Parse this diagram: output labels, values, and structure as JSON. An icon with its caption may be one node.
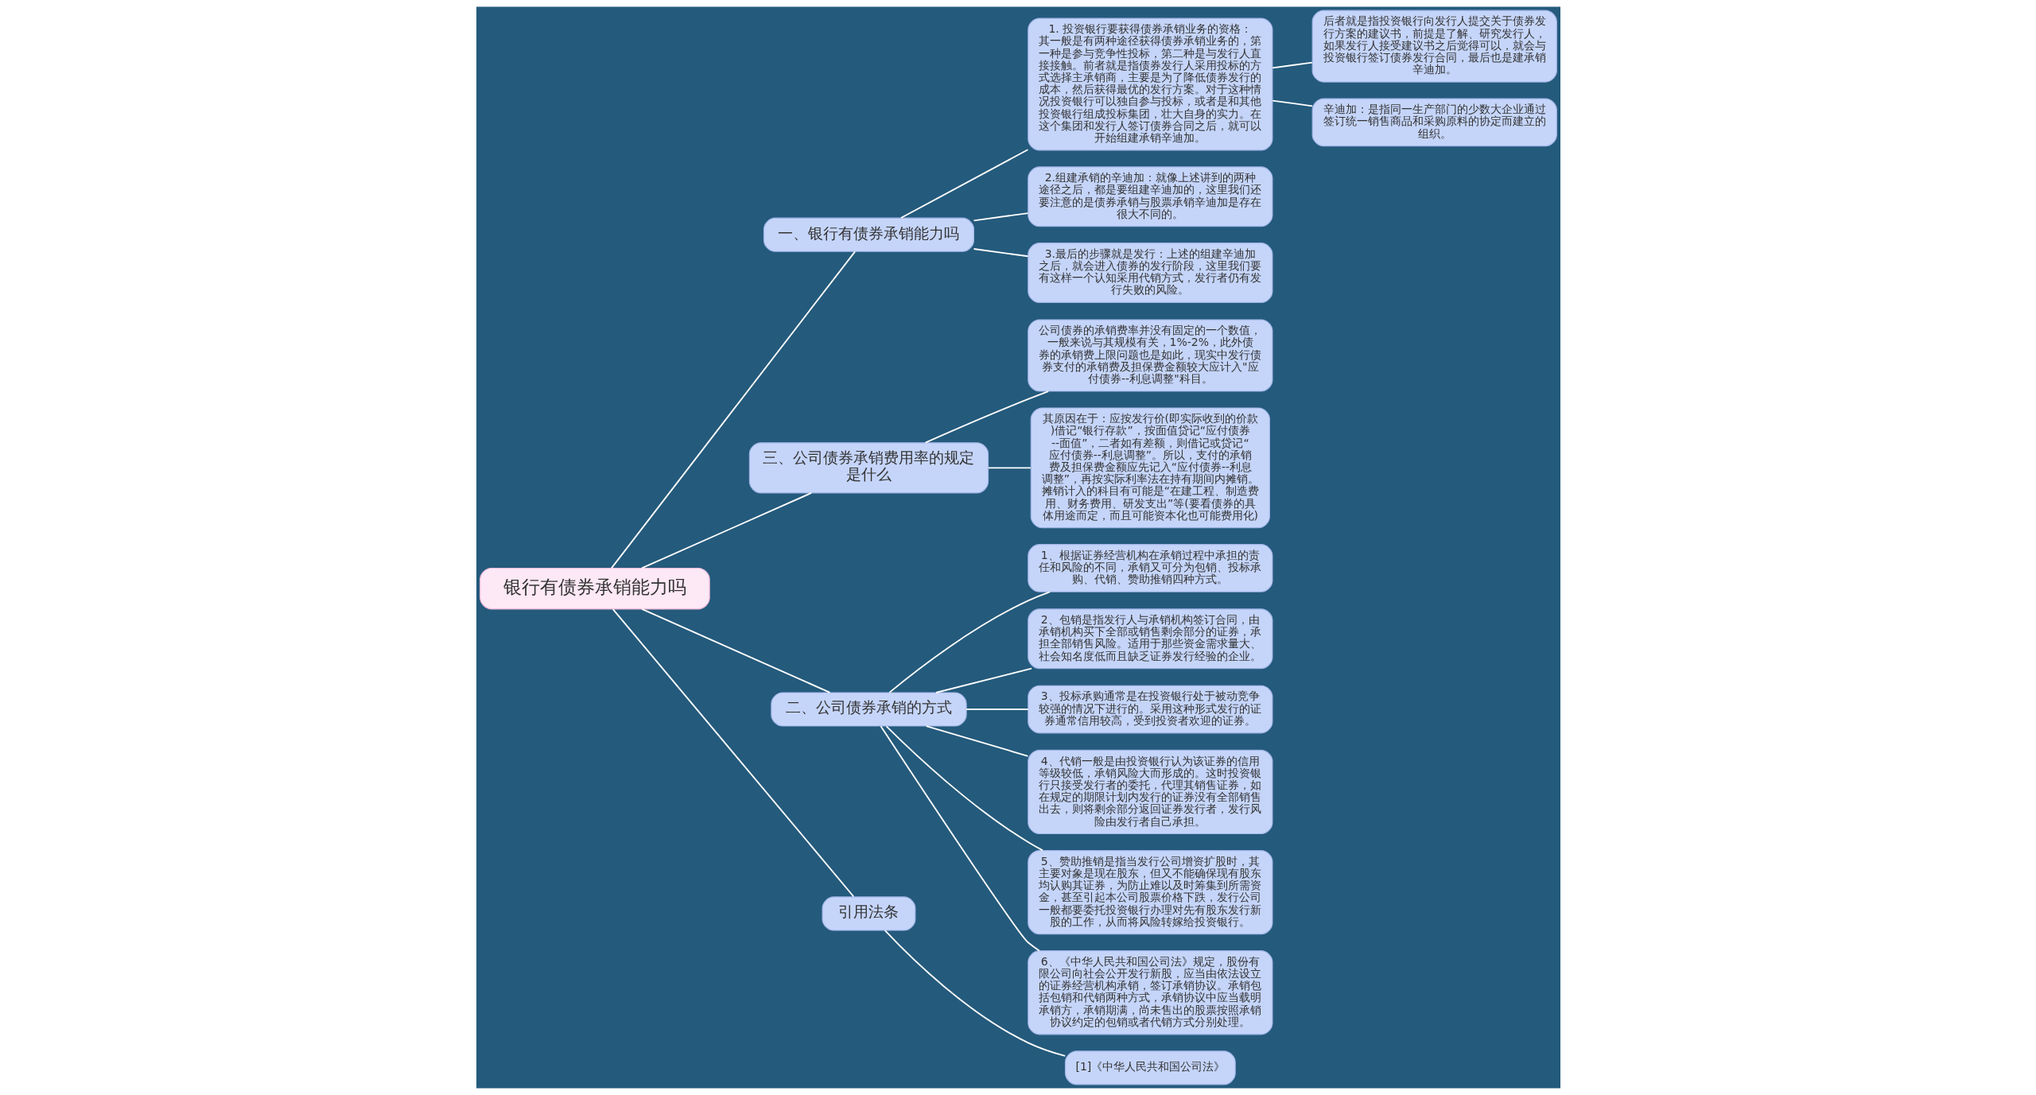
{
  "diagram": {
    "nodes": [
      {
        "text": [
          "银行有债券承销能力吗"
        ]
      },
      {
        "text": [
          "一、银行有债券承销能力吗"
        ]
      },
      {
        "text": [
          "1. 投资银行要获得债券承销业务的资格：其一般是有两种途径获得债券承销业务的，第一种是参与竞争性投标，第二种是与发行人直接接触。前者就是指债券发行人采用投标的方式选择主承销商，主要是为了降低债券发行的成本，然后获得最优的发行方案。对于这种情况投资银行可以独自参与投标，或者是和其他投资银行组成投标集团，壮大自身的实力。在这个集团和发行人签订债券合同之后，就可以开始组建承销辛迪加。"
        ]
      },
      {
        "text": [
          "后者就是指投资银行向发行人提交关于债券发行方案的建议书，前提是了解、研究发行人，如果发行人接受建议书之后觉得可以，就会与投资银行签订债券发行合同，最后也是建承销辛迪加。"
        ]
      },
      {
        "text": [
          "辛迪加：是指同一生产部门的少数大企业通过签订统一销售商品和采购原料的协定而建立的组织。"
        ]
      },
      {
        "text": [
          "2.组建承销的辛迪加：就像上述讲到的两种途径之后，都是要组建辛迪加的，这里我们还要注意的是债券承销与股票承销辛迪加是存在很大不同的。"
        ]
      },
      {
        "text": [
          "3.最后的步骤就是发行：上述的组建辛迪加之后，就会进入债券的发行阶段，这里我们要有这样一个认知采用代销方式，发行者仍有发行失败的风险。"
        ]
      },
      {
        "text": [
          "三、公司债券承销费用率的规定是什么"
        ]
      },
      {
        "text": [
          "公司债券的承销费率并没有固定的一个数值，一般来说与其规模有关，1%-2%，此外债券的承销费上限问题也是如此，现实中发行债券支付的承销费及担保费金额较大应计入\"应付债券--利息调整\"科目。"
        ]
      },
      {
        "text": [
          "其原因在于：应按发行价(即实际收到的价款)借记“银行存款”，按面值贷记“应付债券--面值”，二者如有差额，则借记或贷记“应付债券--利息调整”。所以，支付的承销费及担保费金额应先记入“应付债券--利息调整”，再按实际利率法在持有期间内摊销。摊销计入的科目有可能是“在建工程、制造费用、财务费用、研发支出”等(要看债券的具体用途而定，而且可能资本化也可能费用化)"
        ]
      },
      {
        "text": [
          "二、公司债券承销的方式"
        ]
      },
      {
        "text": [
          "1、根据证券经营机构在承销过程中承担的责任和风险的不同，承销又可分为包销、投标承购、代销、赞助推销四种方式。"
        ]
      },
      {
        "text": [
          "2、包销是指发行人与承销机构签订合同，由承销机构买下全部或销售剩余部分的证券，承担全部销售风险。适用于那些资金需求量大、社会知名度低而且缺乏证券发行经验的企业。"
        ]
      },
      {
        "text": [
          "3、投标承购通常是在投资银行处于被动竞争较强的情况下进行的。采用这种形式发行的证券通常信用较高，受到投资者欢迎的证券。"
        ]
      },
      {
        "text": [
          "4、代销一般是由投资银行认为该证券的信用等级较低，承销风险大而形成的。这时投资银行只接受发行者的委托，代理其销售证券，如在规定的期限计划内发行的证券没有全部销售出去，则将剩余部分返回证券发行者，发行风险由发行者自己承担。"
        ]
      },
      {
        "text": [
          "5、赞助推销是指当发行公司增资扩股时，其主要对象是现在股东，但又不能确保现有股东均认购其证券，为防止难以及时筹集到所需资金，甚至引起本公司股票价格下跌，发行公司一般都要委托投资银行办理对先有股东发行新股的工作，从而将风险转嫁给投资银行。"
        ]
      },
      {
        "text": [
          "6、《中华人民共和国公司法》规定，股份有限公司向社会公开发行新股，应当由依法设立的证券经营机构承销，签订承销协议。承销包括包销和代销两种方式，承销协议中应当载明承销方，承销期满，尚未售出的股票按照承销协议约定的包销或者代销方式分别处理。"
        ]
      },
      {
        "text": [
          "引用法条"
        ]
      },
      {
        "text": [
          "[1]《中华人民共和国公司法》"
        ]
      }
    ],
    "edges": [
      {
        "from": 0,
        "to": 1,
        "arrow": "none"
      },
      {
        "from": 1,
        "to": 2,
        "arrow": "none"
      },
      {
        "from": 2,
        "to": 3,
        "arrow": "none"
      },
      {
        "from": 2,
        "to": 4,
        "arrow": "none"
      },
      {
        "from": 1,
        "to": 5,
        "arrow": "none"
      },
      {
        "from": 1,
        "to": 6,
        "arrow": "none"
      },
      {
        "from": 0,
        "to": 7,
        "arrow": "none"
      },
      {
        "from": 7,
        "to": 8,
        "arrow": "none"
      },
      {
        "from": 7,
        "to": 9,
        "arrow": "none"
      },
      {
        "from": 0,
        "to": 10,
        "arrow": "none"
      },
      {
        "from": 10,
        "to": 11,
        "arrow": "none"
      },
      {
        "from": 10,
        "to": 12,
        "arrow": "none"
      },
      {
        "from": 10,
        "to": 13,
        "arrow": "none"
      },
      {
        "from": 10,
        "to": 14,
        "arrow": "none"
      },
      {
        "from": 10,
        "to": 15,
        "arrow": "none"
      },
      {
        "from": 10,
        "to": 16,
        "arrow": "none"
      },
      {
        "from": 0,
        "to": 17,
        "arrow": "none"
      },
      {
        "from": 17,
        "to": 18,
        "arrow": "none"
      }
    ]
  }
}
